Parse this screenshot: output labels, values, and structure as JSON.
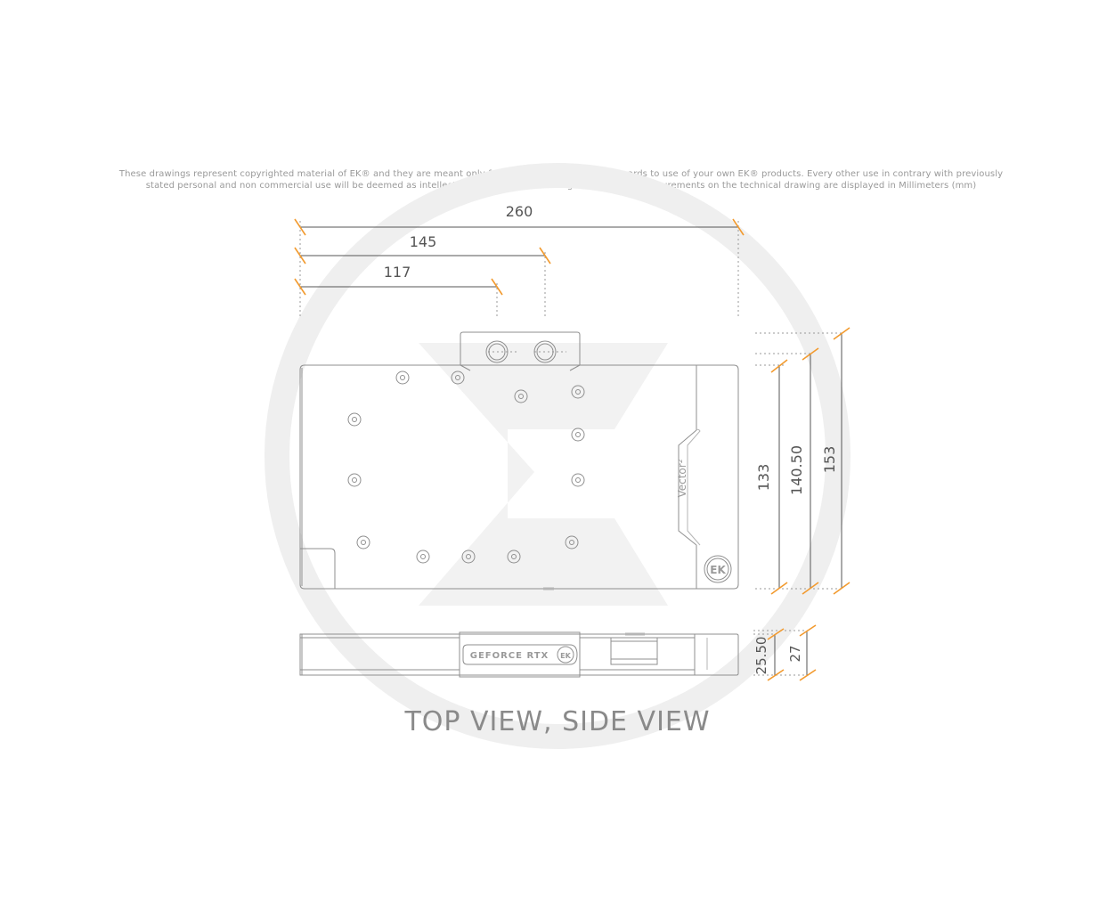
{
  "disclaimer": {
    "line1": "These drawings represent copyrighted material of EK® and they are meant only for your personal use, with regards to use of  your own EK® products. Every other use in contrary with previously",
    "line2": "stated personal and non commercial use will be deemed as intellectual property rights infringement.All the measurements on the technical drawing are displayed in Millimeters (mm)"
  },
  "dimensions": {
    "width_total": "260",
    "width_outlet": "145",
    "width_inlet": "117",
    "height_plate": "133",
    "height_with_terminal": "140.50",
    "height_total": "153",
    "thickness_plate": "25.50",
    "thickness_total": "27"
  },
  "labels": {
    "vector_text": "Vector²",
    "ek_badge": "EK",
    "geforce_text": "GEFORCE RTX"
  },
  "view_title": "TOP VIEW, SIDE VIEW",
  "colors": {
    "line": "#9a9a9a",
    "dimension_tick": "#f29a2e",
    "watermark": "#eeeeee",
    "text": "#555555"
  }
}
